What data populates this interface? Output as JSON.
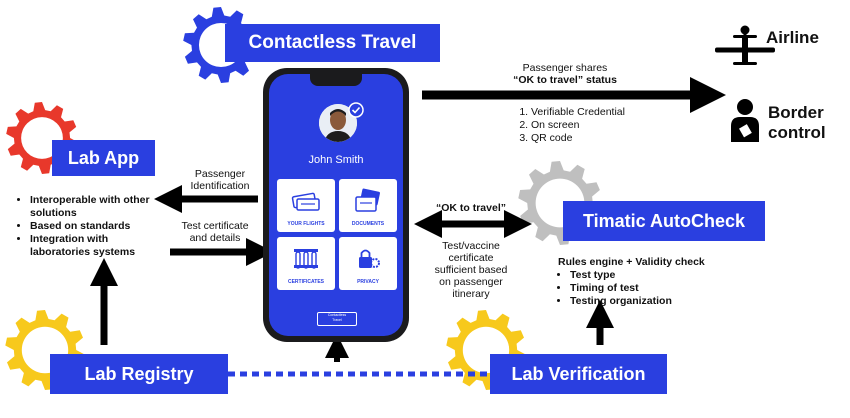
{
  "banners": {
    "contactless": "Contactless Travel",
    "lab_app": "Lab App",
    "timatic": "Timatic AutoCheck",
    "lab_registry": "Lab Registry",
    "lab_verification": "Lab Verification"
  },
  "actors": {
    "airline": "Airline",
    "border_line1": "Border",
    "border_line2": "control"
  },
  "lab_app_features": [
    "Interoperable with other solutions",
    "Based on standards",
    "Integration with laboratories systems"
  ],
  "arrows": {
    "passenger_id_line1": "Passenger",
    "passenger_id_line2": "Identification",
    "test_cert_line1": "Test certificate",
    "test_cert_line2": "and details",
    "shares_line1": "Passenger shares",
    "shares_line2": "“OK to travel” status",
    "ok_to_travel": "“OK to travel”",
    "test_vaccine": [
      "Test/vaccine",
      "certificate",
      "sufficient based",
      "on passenger",
      "itinerary"
    ]
  },
  "credential_methods": [
    "Verifiable Credential",
    "On screen",
    "QR code"
  ],
  "timatic_rules": {
    "heading": "Rules engine + Validity check",
    "items": [
      "Test type",
      "Timing of test",
      "Testing organization"
    ]
  },
  "phone": {
    "user_name": "John Smith",
    "tiles": [
      "YOUR FLIGHTS",
      "DOCUMENTS",
      "CERTIFICATES",
      "PRIVACY"
    ],
    "footer_line1": "Contactless",
    "footer_line2": "Travel"
  },
  "colors": {
    "brand_blue": "#2a3fe0",
    "gear_blue": "#2a3fe0",
    "gear_red": "#e8382b",
    "gear_gray": "#bfbfbf",
    "gear_yellow": "#f7c91c",
    "arrow": "#000000",
    "dotted_line": "#2a3fe0"
  },
  "icons": [
    "gear-icon",
    "airplane-icon",
    "person-icon",
    "check-badge-icon"
  ]
}
